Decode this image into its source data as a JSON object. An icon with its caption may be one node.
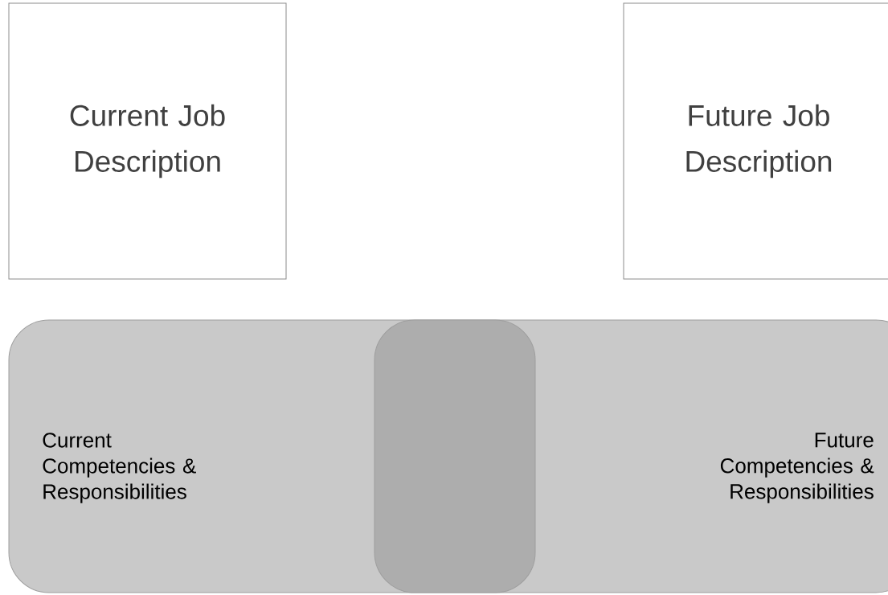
{
  "diagram": {
    "nodes": [
      {
        "text": [
          "Current Job Description"
        ]
      },
      {
        "text": [
          "Future Job Description"
        ]
      },
      {
        "text": [
          "Current Competencies & Responsibilities",
          "Future Competencies & Responsibilities"
        ]
      },
      {
        "text": [],
        "shape": "box",
        "in": 2
      }
    ]
  }
}
